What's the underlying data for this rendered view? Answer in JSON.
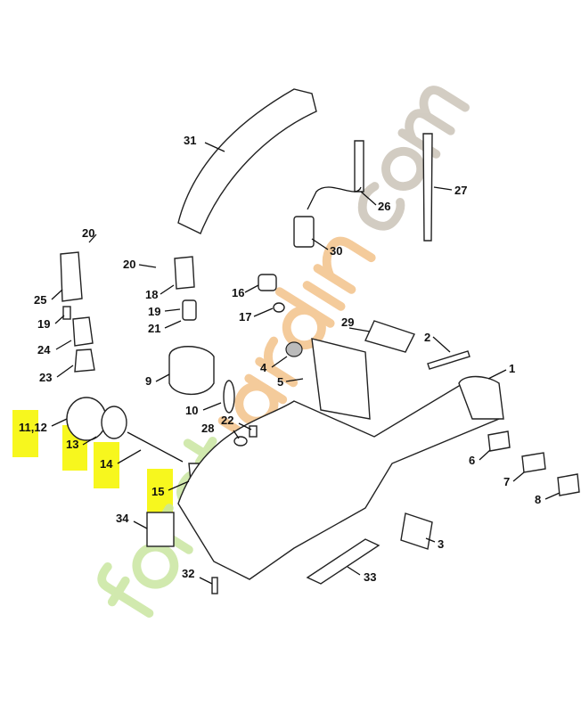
{
  "diagram": {
    "callouts": [
      {
        "id": "31",
        "label": "31"
      },
      {
        "id": "26",
        "label": "26"
      },
      {
        "id": "27",
        "label": "27"
      },
      {
        "id": "20a",
        "label": "20"
      },
      {
        "id": "30",
        "label": "30"
      },
      {
        "id": "20b",
        "label": "20"
      },
      {
        "id": "25",
        "label": "25"
      },
      {
        "id": "18",
        "label": "18"
      },
      {
        "id": "16",
        "label": "16"
      },
      {
        "id": "19a",
        "label": "19"
      },
      {
        "id": "19b",
        "label": "19"
      },
      {
        "id": "21",
        "label": "21"
      },
      {
        "id": "17",
        "label": "17"
      },
      {
        "id": "29",
        "label": "29"
      },
      {
        "id": "2",
        "label": "2"
      },
      {
        "id": "24",
        "label": "24"
      },
      {
        "id": "4",
        "label": "4"
      },
      {
        "id": "1",
        "label": "1"
      },
      {
        "id": "23",
        "label": "23"
      },
      {
        "id": "9",
        "label": "9"
      },
      {
        "id": "5",
        "label": "5"
      },
      {
        "id": "10",
        "label": "10"
      },
      {
        "id": "11_12",
        "label": "11,12",
        "highlighted": true
      },
      {
        "id": "22",
        "label": "22"
      },
      {
        "id": "13",
        "label": "13",
        "highlighted": true
      },
      {
        "id": "28",
        "label": "28"
      },
      {
        "id": "6",
        "label": "6"
      },
      {
        "id": "14",
        "label": "14",
        "highlighted": true
      },
      {
        "id": "7",
        "label": "7"
      },
      {
        "id": "15",
        "label": "15",
        "highlighted": true
      },
      {
        "id": "8",
        "label": "8"
      },
      {
        "id": "34",
        "label": "34"
      },
      {
        "id": "3",
        "label": "3"
      },
      {
        "id": "32",
        "label": "32"
      },
      {
        "id": "33",
        "label": "33"
      }
    ],
    "highlight_color": "#f7f71e",
    "watermark": {
      "text_green": "foret",
      "text_orange": "jardin",
      "text_gray": ".com",
      "green": "#c9e6a0",
      "orange": "#f3c28a",
      "gray": "#cbc4b8"
    }
  }
}
